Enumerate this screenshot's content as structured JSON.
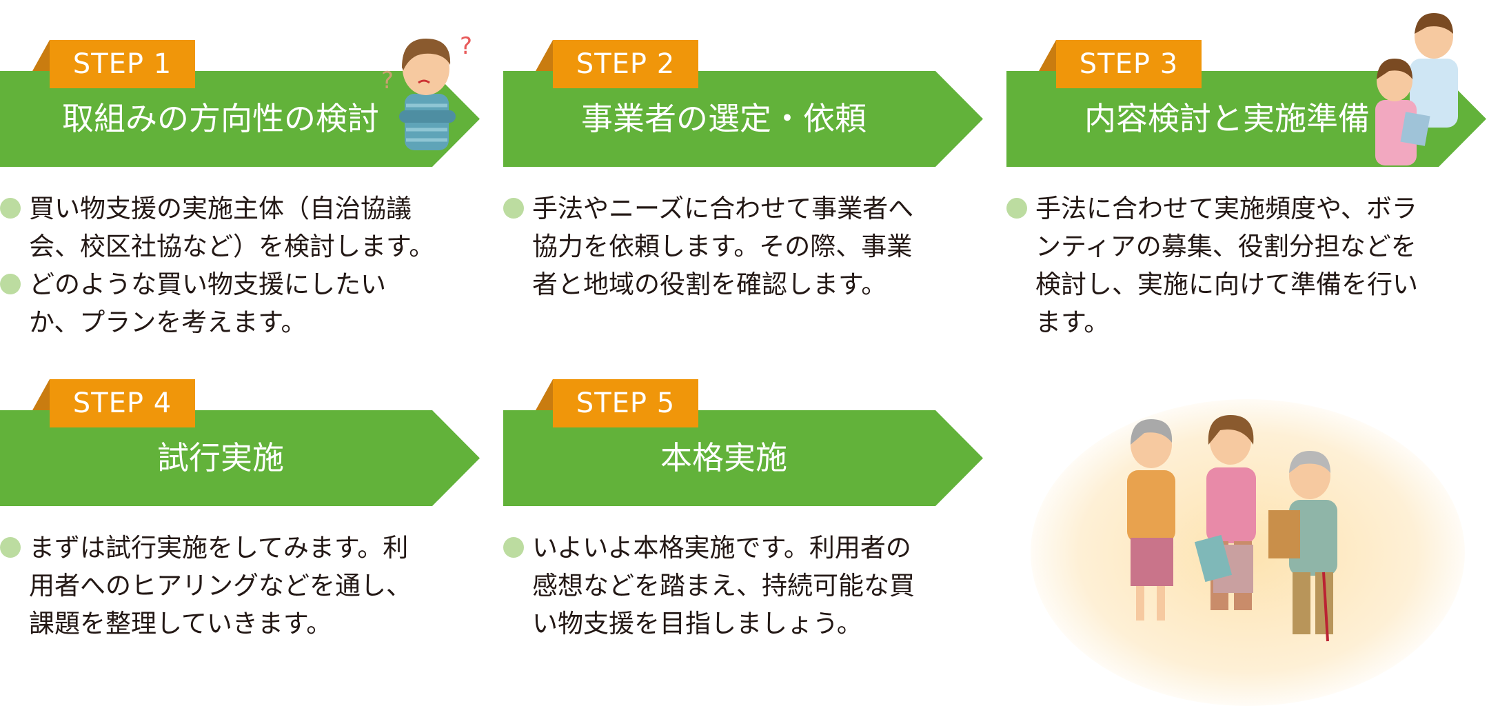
{
  "steps": [
    {
      "label": "STEP 1",
      "title": "取組みの方向性の検討",
      "items": [
        {
          "lines": [
            "買い物支援の実施主体（自治協議",
            "会、校区社協など）を検討します。"
          ]
        },
        {
          "lines": [
            "どのような買い物支援にしたい",
            "か、プランを考えます。"
          ]
        }
      ]
    },
    {
      "label": "STEP 2",
      "title": "事業者の選定・依頼",
      "items": [
        {
          "lines": [
            "手法やニーズに合わせて事業者へ",
            "協力を依頼します。その際、事業",
            "者と地域の役割を確認します。"
          ]
        }
      ]
    },
    {
      "label": "STEP 3",
      "title": "内容検討と実施準備",
      "items": [
        {
          "lines": [
            "手法に合わせて実施頻度や、ボラ",
            "ンティアの募集、役割分担などを",
            "検討し、実施に向けて準備を行い",
            "ます。"
          ]
        }
      ]
    },
    {
      "label": "STEP 4",
      "title": "試行実施",
      "items": [
        {
          "lines": [
            "まずは試行実施をしてみます。利",
            "用者へのヒアリングなどを通し、",
            "課題を整理していきます。"
          ]
        }
      ]
    },
    {
      "label": "STEP 5",
      "title": "本格実施",
      "items": [
        {
          "lines": [
            "いよいよ本格実施です。利用者の",
            "感想などを踏まえ、持続可能な買",
            "い物支援を目指しましょう。"
          ]
        }
      ]
    }
  ],
  "colors": {
    "banner": "#62b23a",
    "tab": "#f0960a",
    "tab_fold": "#c97c10",
    "bullet": "#bcdca0"
  }
}
